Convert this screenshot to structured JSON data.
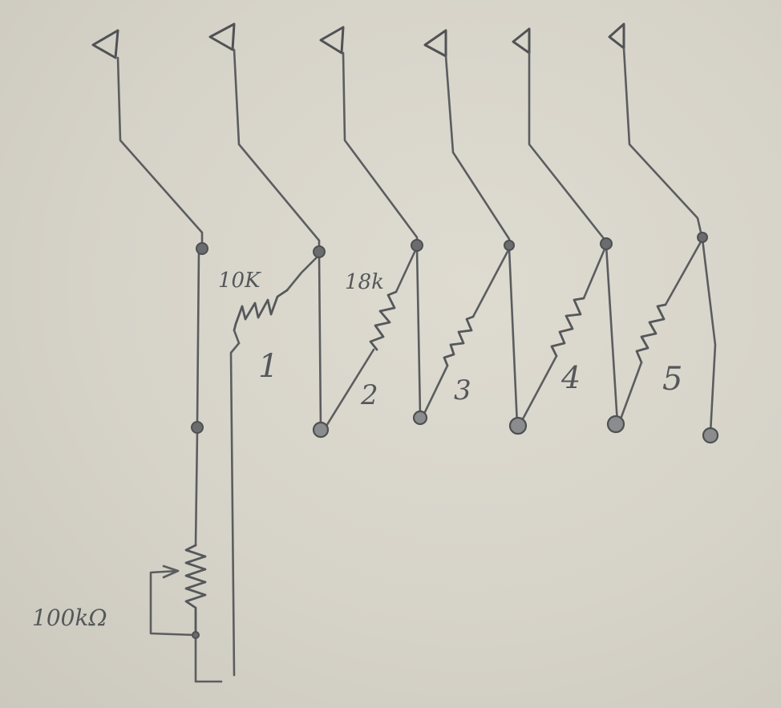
{
  "labels": {
    "r1_value": "10K",
    "r2_value": "18k",
    "pot_value": "100kΩ",
    "out1": "1",
    "out2": "2",
    "out3": "3",
    "out4": "4",
    "out5": "5"
  },
  "colors": {
    "paper": "#d9d6cc",
    "pencil": "#5b5d5f"
  },
  "icons": {
    "terminal": "triangle-terminal-icon",
    "junction": "junction-dot-icon",
    "resistor": "resistor-zigzag-icon",
    "potentiometer": "potentiometer-icon"
  }
}
